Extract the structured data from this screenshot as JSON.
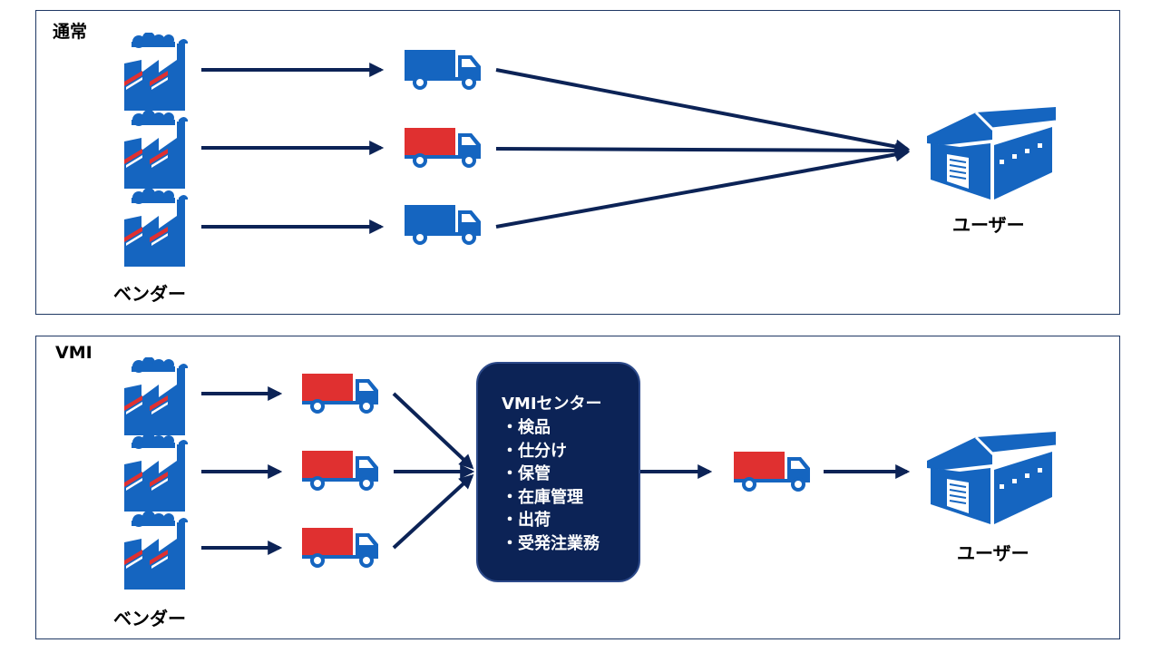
{
  "colors": {
    "navy": "#0c2356",
    "blue": "#1565c0",
    "red": "#e03030",
    "border": "#1f3864"
  },
  "normal": {
    "title": "通常",
    "vendor_label": "ベンダー",
    "user_label": "ユーザー",
    "trucks": [
      "blue",
      "red",
      "blue"
    ]
  },
  "vmi": {
    "title": "VMI",
    "vendor_label": "ベンダー",
    "user_label": "ユーザー",
    "center": {
      "title": "VMIセンター",
      "items": [
        "・検品",
        "・仕分け",
        "・保管",
        "・在庫管理",
        "・出荷",
        "・受発注業務"
      ]
    },
    "trucks": [
      "red",
      "red",
      "red",
      "red"
    ]
  },
  "icons": {
    "factory": "factory-icon",
    "truck": "truck-icon",
    "warehouse": "warehouse-icon"
  }
}
